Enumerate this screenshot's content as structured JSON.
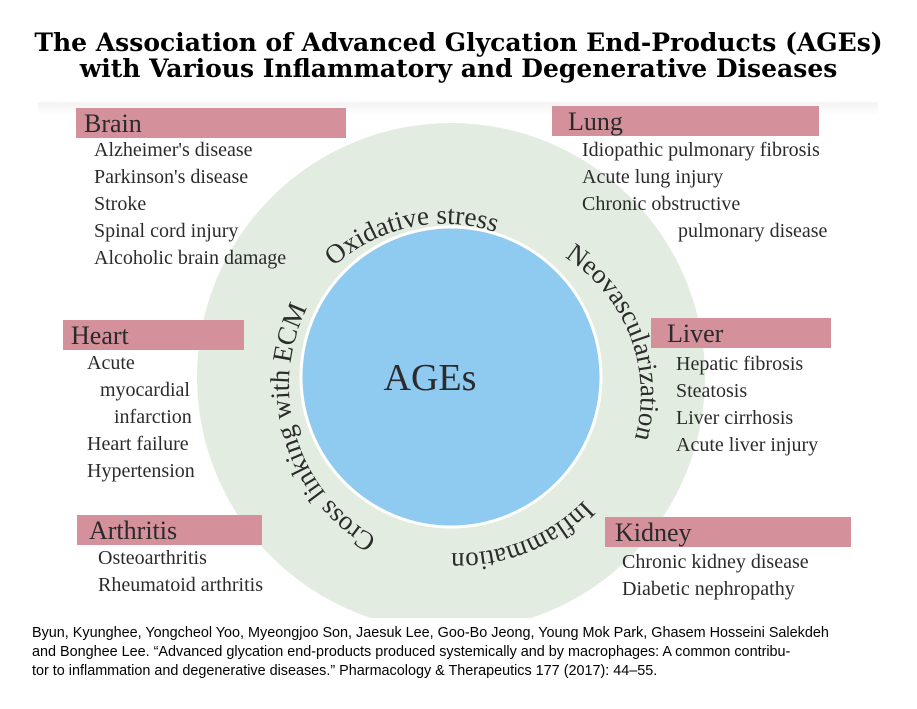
{
  "title": {
    "line1": "The Association of Advanced Glycation End-Products (AGEs)",
    "line2": "with Various Inflammatory and Degenerative Diseases"
  },
  "center": {
    "label": "AGEs",
    "ring_labels": [
      "Oxidative stress",
      "Neovascularization",
      "Inflammation",
      "Cross linking with ECM"
    ]
  },
  "colors": {
    "label_fill": "#d4909b",
    "outer_ring": "#e2ece0",
    "inner_circle": "#8fcaf1",
    "inner_stroke": "#ffffff"
  },
  "organs": {
    "brain": {
      "label": "Brain",
      "diseases": [
        "Alzheimer's disease",
        "Parkinson's disease",
        "Stroke",
        "Spinal cord injury",
        "Alcoholic brain damage"
      ]
    },
    "lung": {
      "label": "Lung",
      "diseases": [
        "Idiopathic pulmonary fibrosis",
        "Acute lung injury",
        "Chronic obstructive",
        "pulmonary disease"
      ]
    },
    "heart": {
      "label": "Heart",
      "diseases": [
        "Acute",
        "myocardial",
        "infarction",
        "Heart failure",
        "Hypertension"
      ]
    },
    "liver": {
      "label": "Liver",
      "diseases": [
        "Hepatic fibrosis",
        "Steatosis",
        "Liver cirrhosis",
        "Acute liver injury"
      ]
    },
    "arthritis": {
      "label": "Arthritis",
      "diseases": [
        "Osteoarthritis",
        "Rheumatoid arthritis"
      ]
    },
    "kidney": {
      "label": "Kidney",
      "diseases": [
        "Chronic kidney disease",
        "Diabetic nephropathy"
      ]
    }
  },
  "citation": {
    "line1": "Byun, Kyunghee, Yongcheol Yoo, Myeongjoo Son, Jaesuk Lee, Goo-Bo Jeong, Young Mok Park, Ghasem Hosseini Salekdeh",
    "line2": "and Bonghee Lee. “Advanced glycation end-products produced systemically and by macrophages: A common contribu-",
    "line3": "tor to inflammation and degenerative diseases.” Pharmacology & Therapeutics 177 (2017): 44–55."
  }
}
